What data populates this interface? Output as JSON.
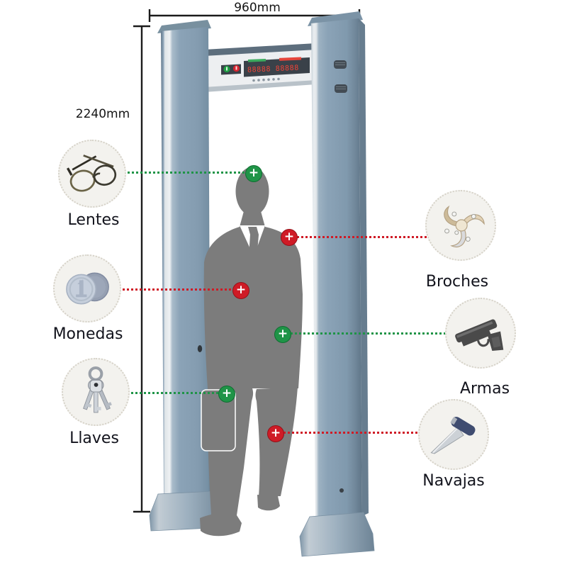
{
  "diagram": {
    "title": "walkthrough-metal-detector-detection-diagram",
    "dimension_width": "960mm",
    "dimension_height": "2240mm",
    "marker_plus": "+",
    "panel": {
      "led_text": "88888 88888"
    },
    "colors": {
      "alert_red": "#cf1b26",
      "pass_green": "#1f9447",
      "pillar_blue": "#8ba3b7",
      "silhouette_gray": "#7c7c7c"
    },
    "left_items": [
      {
        "label": "Lentes",
        "icon": "glasses-icon",
        "status": "green"
      },
      {
        "label": "Monedas",
        "icon": "coins-icon",
        "status": "red"
      },
      {
        "label": "Llaves",
        "icon": "keys-icon",
        "status": "green"
      }
    ],
    "right_items": [
      {
        "label": "Broches",
        "icon": "brooch-icon",
        "status": "red"
      },
      {
        "label": "Armas",
        "icon": "gun-icon",
        "status": "green"
      },
      {
        "label": "Navajas",
        "icon": "knife-icon",
        "status": "red"
      }
    ]
  }
}
